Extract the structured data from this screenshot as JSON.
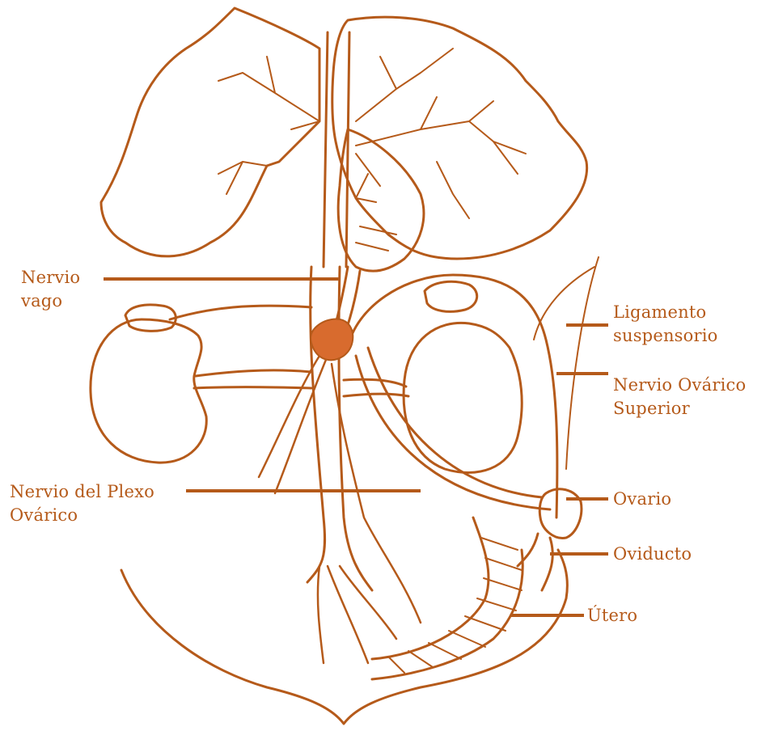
{
  "colors": {
    "ink": "#b55a1a",
    "label": "#b55a1a",
    "ganglion": "#d86b2e",
    "background": "#ffffff"
  },
  "labels": {
    "nervio_vago": [
      "Nervio",
      "vago"
    ],
    "ligamento_suspensorio": [
      "Ligamento",
      "suspensorio"
    ],
    "nervio_ovarico_superior": [
      "Nervio Ovárico",
      "Superior"
    ],
    "nervio_plexo_ovarico": [
      "Nervio del Plexo",
      "Ovárico"
    ],
    "ovario": "Ovario",
    "oviducto": "Oviducto",
    "utero": "Útero"
  }
}
